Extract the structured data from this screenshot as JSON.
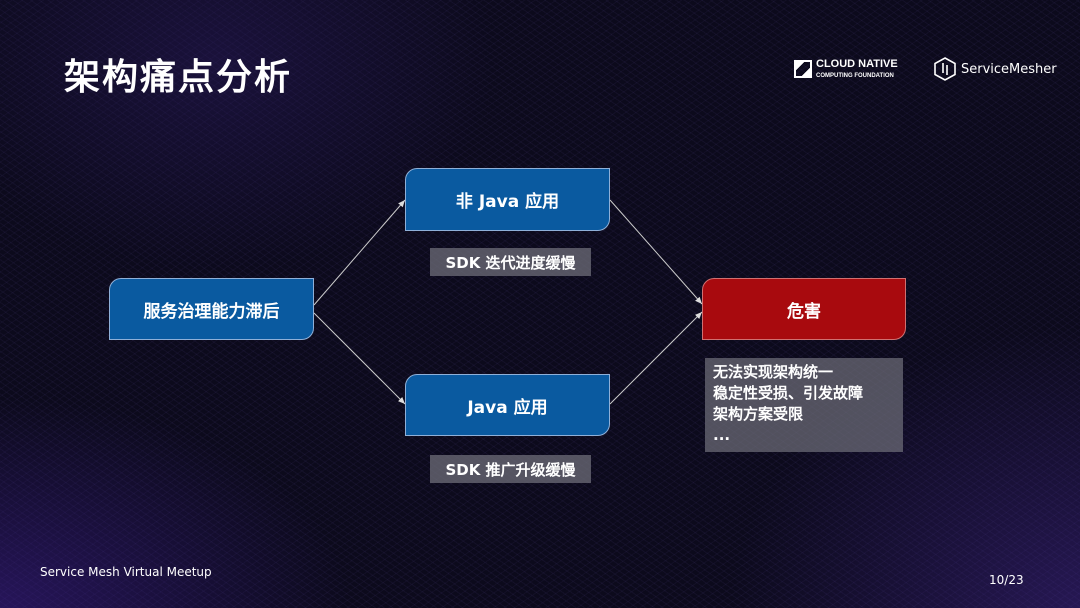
{
  "title": "架构痛点分析",
  "logos": {
    "cncf_line1": "CLOUD NATIVE",
    "cncf_line2": "COMPUTING FOUNDATION",
    "servicemesher": "ServiceMesher"
  },
  "diagram": {
    "source": "服务治理能力滞后",
    "non_java": "非 Java 应用",
    "non_java_issue": "SDK 迭代进度缓慢",
    "java": "Java 应用",
    "java_issue": "SDK 推广升级缓慢",
    "harm": "危害",
    "harm_items": [
      "无法实现架构统一",
      "稳定性受损、引发故障",
      "架构方案受限",
      "..."
    ]
  },
  "footer": {
    "event": "Service Mesh Virtual Meetup",
    "page": "10/23"
  },
  "colors": {
    "box_blue": "#0a5aa0",
    "box_red": "#a80a0e"
  }
}
